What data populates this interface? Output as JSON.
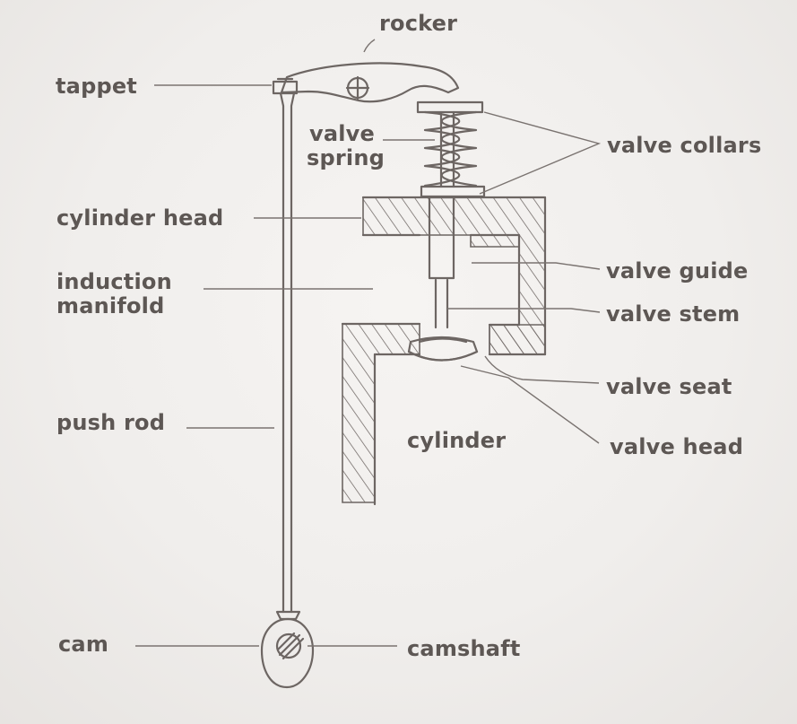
{
  "labels": {
    "rocker": "rocker",
    "tappet": "tappet",
    "valve_spring_line1": "valve",
    "valve_spring_line2": "spring",
    "valve_collars": "valve collars",
    "cylinder_head": "cylinder head",
    "induction_manifold_line1": "induction",
    "induction_manifold_line2": "manifold",
    "valve_guide": "valve guide",
    "valve_stem": "valve stem",
    "valve_seat": "valve seat",
    "push_rod": "push rod",
    "cylinder": "cylinder",
    "valve_head": "valve head",
    "cam": "cam",
    "camshaft": "camshaft"
  },
  "colors": {
    "background": "#f1efed",
    "ink": "#6d6663",
    "text": "#5d5754"
  }
}
